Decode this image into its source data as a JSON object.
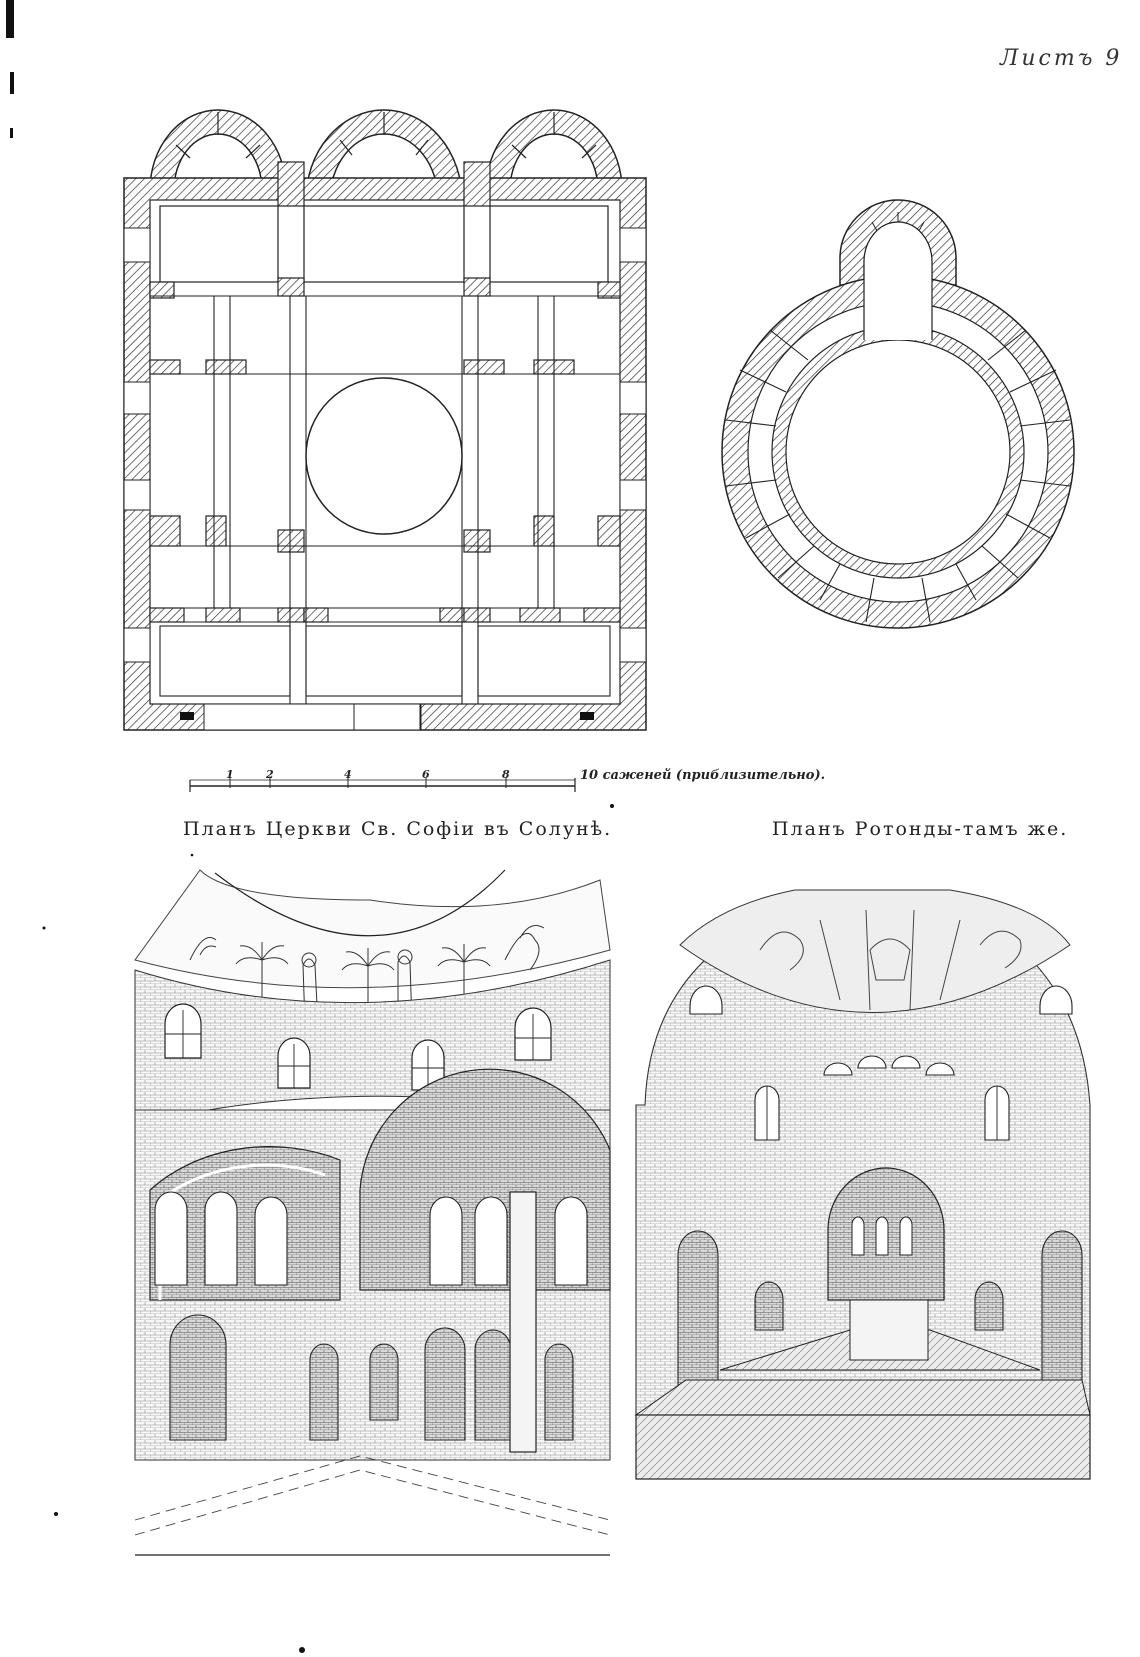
{
  "sheet": {
    "label": "Листъ 9"
  },
  "plans": {
    "sophia_caption": "Планъ Церкви Св. Софiи въ Солунѣ.",
    "rotunda_caption": "Планъ Ротонды-тамъ же."
  },
  "scale_bar": {
    "ticks": [
      "1",
      "2",
      "4",
      "6",
      "8"
    ],
    "unit_label": "10 саженей (приблизительно)."
  }
}
